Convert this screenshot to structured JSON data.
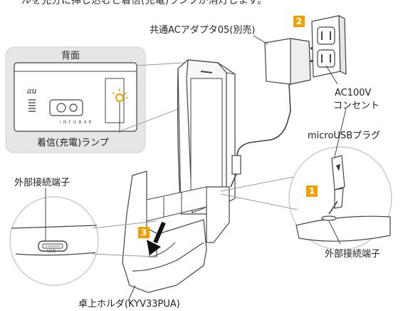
{
  "top_text": "ルを充分に挿し込むと着信(充電)ランプが消灯します。",
  "labels": {
    "adapter": "共通ACアダプタ05(別売)",
    "back": "背面",
    "outlet_line1": "AC100V",
    "outlet_line2": "コンセント",
    "plug": "microUSBプラグ",
    "lamp": "着信(充電)ランプ",
    "ext_conn_left": "外部接続端子",
    "ext_conn_right": "外部接続端子",
    "holder": "卓上ホルダ(KYV33PUA)"
  },
  "steps": [
    "1",
    "2",
    "3"
  ],
  "phone_marks": {
    "brand": "au",
    "model": "INFOBAR"
  },
  "usb_mark": "USB",
  "colors": {
    "step_badge": "#f0a000",
    "lamp": "#f0a000",
    "line": "#444444"
  }
}
